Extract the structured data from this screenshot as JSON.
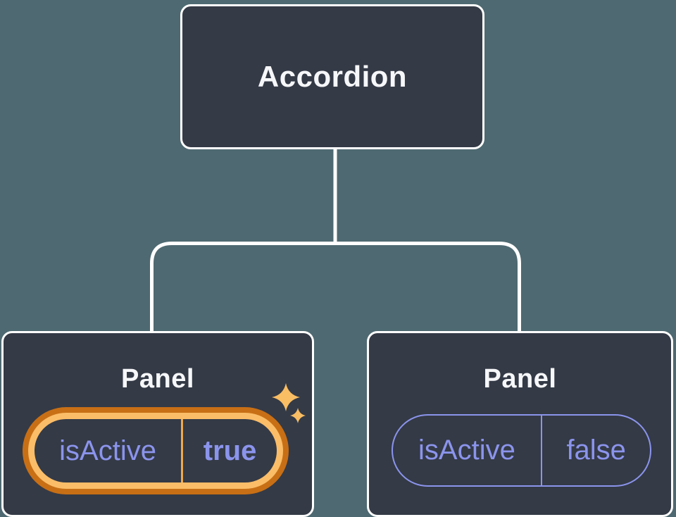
{
  "theme": {
    "background": "#4E6971",
    "card_bg": "#343A46",
    "card_border": "#FFFFFF",
    "connector": "#FFFFFF",
    "title_text": "#F6F7F9",
    "state_text": "#8B94EC",
    "inactive_border": "#8B94EC",
    "active_ring_outer": "#C86F15",
    "active_ring_inner": "#FBBD68",
    "active_divider": "#EFA94D",
    "sparkle": "#F9BD63"
  },
  "tree": {
    "root": {
      "label": "Accordion"
    },
    "children": [
      {
        "title": "Panel",
        "prop_name": "isActive",
        "prop_value": "true",
        "active": true,
        "icon": "sparkles-icon"
      },
      {
        "title": "Panel",
        "prop_name": "isActive",
        "prop_value": "false",
        "active": false
      }
    ]
  }
}
